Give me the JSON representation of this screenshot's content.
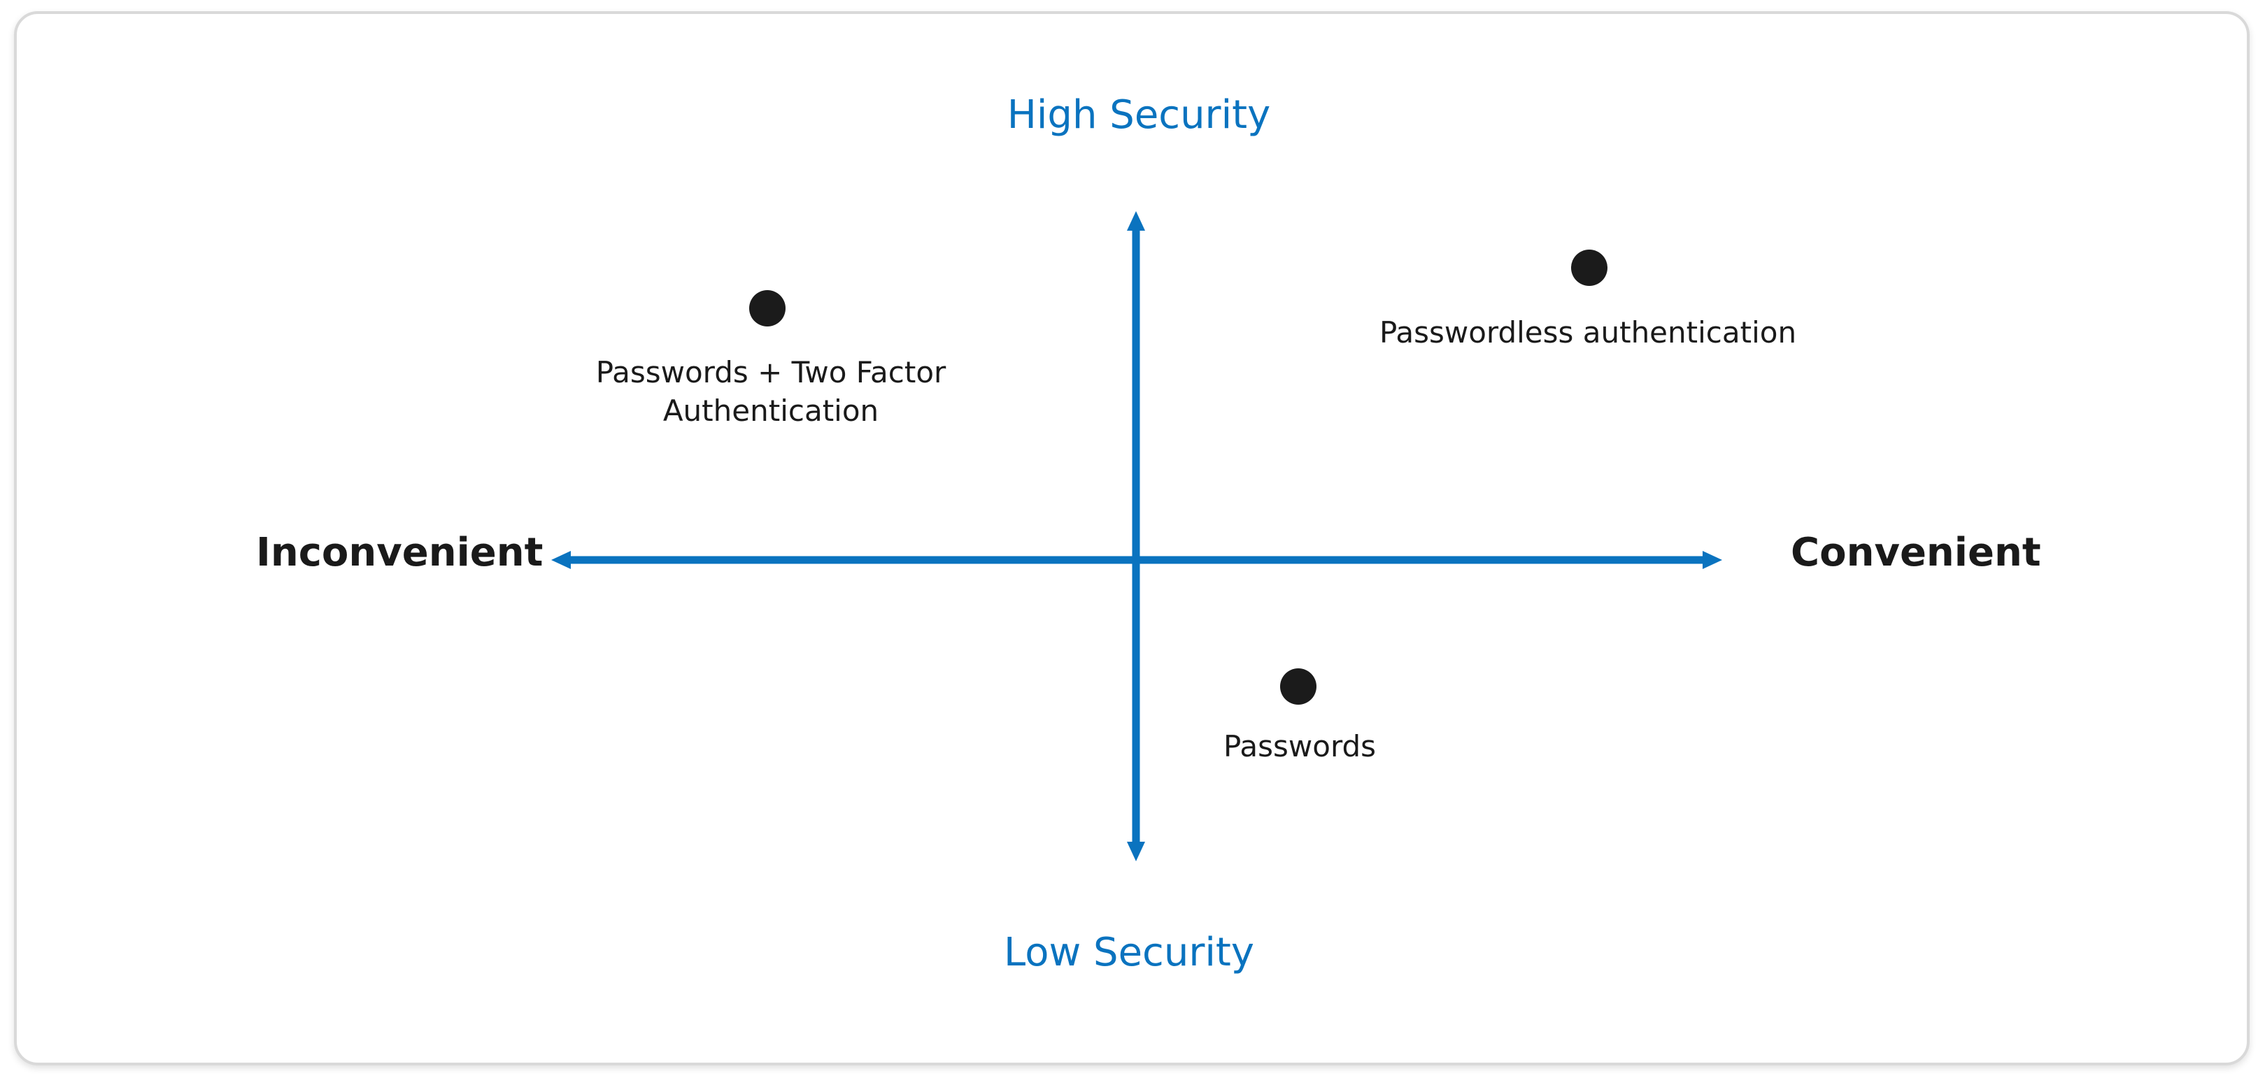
{
  "colors": {
    "accent": "#0a73bf",
    "point": "#1b1b1b",
    "text": "#1a1a1a"
  },
  "axes": {
    "top": "High Security",
    "bottom": "Low Security",
    "left": "Inconvenient",
    "right": "Convenient"
  },
  "points": [
    {
      "label_line1": "Passwords + Two Factor",
      "label_line2": "Authentication"
    },
    {
      "label": "Passwordless authentication"
    },
    {
      "label": "Passwords"
    }
  ]
}
